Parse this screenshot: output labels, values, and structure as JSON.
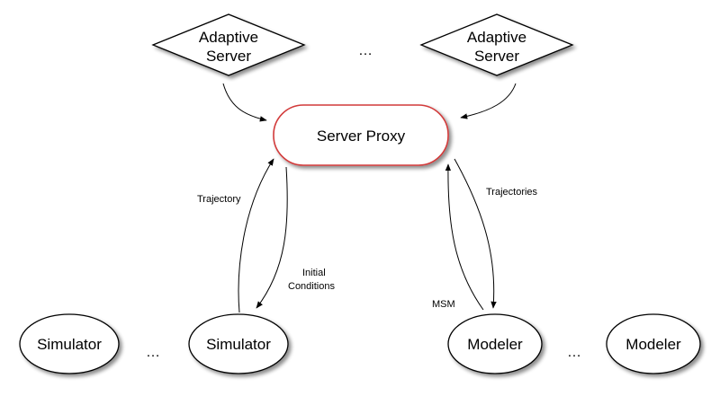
{
  "nodes": {
    "adaptive_server_1": {
      "line1": "Adaptive",
      "line2": "Server"
    },
    "adaptive_server_2": {
      "line1": "Adaptive",
      "line2": "Server"
    },
    "server_proxy": {
      "label": "Server Proxy"
    },
    "simulator_1": {
      "label": "Simulator"
    },
    "simulator_2": {
      "label": "Simulator"
    },
    "modeler_1": {
      "label": "Modeler"
    },
    "modeler_2": {
      "label": "Modeler"
    }
  },
  "ellipsis": {
    "servers": "…",
    "simulators": "…",
    "modelers": "…"
  },
  "edges": {
    "trajectory": "Trajectory",
    "initial_conditions_line1": "Initial",
    "initial_conditions_line2": "Conditions",
    "trajectories": "Trajectories",
    "msm": "MSM"
  },
  "colors": {
    "proxy_border": "#d23a3a",
    "stroke": "#000000",
    "fill": "#ffffff"
  }
}
